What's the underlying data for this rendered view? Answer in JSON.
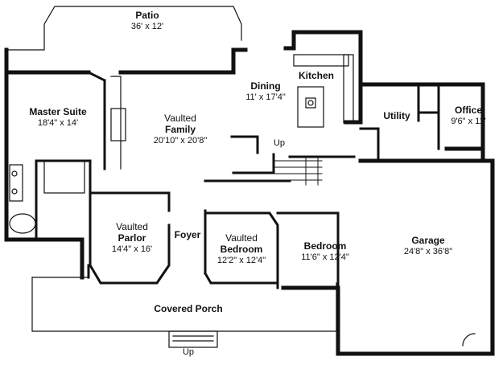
{
  "rooms": {
    "patio": {
      "name": "Patio",
      "dims": "36' x 12'"
    },
    "dining": {
      "name": "Dining",
      "dims": "11' x 17'4\""
    },
    "kitchen": {
      "name": "Kitchen"
    },
    "master_suite": {
      "name": "Master Suite",
      "dims": "18'4\" x 14'"
    },
    "family": {
      "prefix": "Vaulted",
      "name": "Family",
      "dims": "20'10\" x 20'8\""
    },
    "utility": {
      "name": "Utility"
    },
    "office": {
      "name": "Office",
      "dims": "9'6\" x 11'"
    },
    "parlor": {
      "prefix": "Vaulted",
      "name": "Parlor",
      "dims": "14'4\" x 16'"
    },
    "foyer": {
      "name": "Foyer"
    },
    "bedroom_vaulted": {
      "prefix": "Vaulted",
      "name": "Bedroom",
      "dims": "12'2\" x 12'4\""
    },
    "bedroom": {
      "name": "Bedroom",
      "dims": "11'6\" x 12'4\""
    },
    "garage": {
      "name": "Garage",
      "dims": "24'8\" x 36'8\""
    },
    "porch": {
      "name": "Covered Porch"
    }
  },
  "stairs": {
    "up_label": "Up"
  },
  "porch_stairs": {
    "up_label": "Up"
  }
}
